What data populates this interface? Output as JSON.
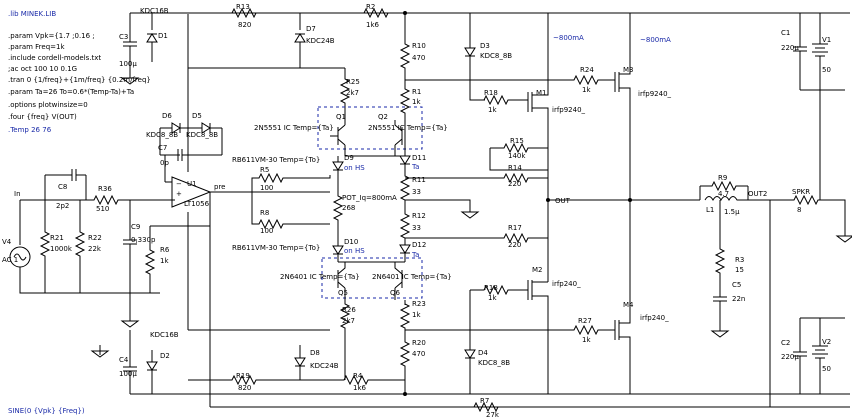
{
  "directives": [
    ".lib MINEK.LIB",
    ".param Vpk={1.7 ;0.16 ;",
    ".param Freq=1k",
    ".include cordell-models.txt",
    ";ac oct 100 10 0.1G",
    ".tran 0 {1/freq}+{1m/freq} {0.2m/freq}",
    ".param Ta=26 To=0.6*(Temp-Ta)+Ta",
    ".options plotwinsize=0",
    ".four {freq} V(OUT)",
    ".Temp 26 76"
  ],
  "source_footer": "SINE(0 {Vpk} {Freq})",
  "annotations": {
    "i_top": "~800mA",
    "i_out": "~800mA",
    "iq": "POT_Iq=800mA"
  },
  "nets": {
    "in": "In",
    "pre": "pre",
    "out": "OUT",
    "out2": "OUT2"
  },
  "components": {
    "V4": {
      "ref": "V4",
      "value": "AC 1"
    },
    "C8": {
      "ref": "C8",
      "value": "2p2"
    },
    "R21": {
      "ref": "R21",
      "value": "1000k"
    },
    "R22": {
      "ref": "R22",
      "value": "22k"
    },
    "R36": {
      "ref": "R36",
      "value": "510"
    },
    "C9": {
      "ref": "C9",
      "value": "0,330p"
    },
    "R6": {
      "ref": "R6",
      "value": "1k"
    },
    "U1": {
      "ref": "U1",
      "value": "LT1056"
    },
    "C3": {
      "ref": "C3",
      "value": "100µ"
    },
    "C4": {
      "ref": "C4",
      "value": "100µ"
    },
    "D1": {
      "ref": "D1",
      "value": ""
    },
    "D2": {
      "ref": "D2",
      "value": ""
    },
    "KDC_top": {
      "ref": "KDC16B",
      "value": ""
    },
    "KDC_bot": {
      "ref": "KDC16B",
      "value": ""
    },
    "D5": {
      "ref": "D5",
      "value": "KDC8_8B"
    },
    "D6": {
      "ref": "D6",
      "value": "KDC8_8B"
    },
    "C7": {
      "ref": "C7",
      "value": "0p"
    },
    "R13": {
      "ref": "R13",
      "value": "820"
    },
    "R19": {
      "ref": "R19",
      "value": "820"
    },
    "R2": {
      "ref": "R2",
      "value": "1k6"
    },
    "R4": {
      "ref": "R4",
      "value": "1k6"
    },
    "D7": {
      "ref": "D7",
      "value": "KDC24B"
    },
    "D8": {
      "ref": "D8",
      "value": "KDC24B"
    },
    "R25": {
      "ref": "R25",
      "value": "2k7"
    },
    "R26": {
      "ref": "R26",
      "value": "2k7"
    },
    "Q1": {
      "ref": "Q1",
      "value": "2N5551 IC Temp={Ta}"
    },
    "Q2": {
      "ref": "Q2",
      "value": "2N5551 IC Temp={Ta}"
    },
    "Q5": {
      "ref": "Q5",
      "value": "2N6401 IC Temp={Ta}"
    },
    "Q6": {
      "ref": "Q6",
      "value": "2N6401 IC Temp={Ta}"
    },
    "D9": {
      "ref": "D9",
      "value": "RB611VM-30 Temp={To}",
      "note": "on HS"
    },
    "D10": {
      "ref": "D10",
      "value": "RB611VM-30 Temp={To}",
      "note": "on HS"
    },
    "D11": {
      "ref": "D11",
      "value": "Ta"
    },
    "D12": {
      "ref": "D12",
      "value": "Ta"
    },
    "R5": {
      "ref": "R5",
      "value": "100"
    },
    "R8": {
      "ref": "R8",
      "value": "100"
    },
    "POT": {
      "ref": "POT_Iq=800mA",
      "value": "268"
    },
    "R10": {
      "ref": "R10",
      "value": "470"
    },
    "R20": {
      "ref": "R20",
      "value": "470"
    },
    "D3": {
      "ref": "D3",
      "value": "KDC8_8B"
    },
    "D4": {
      "ref": "D4",
      "value": "KDC8_8B"
    },
    "R1": {
      "ref": "R1",
      "value": "1k"
    },
    "R23": {
      "ref": "R23",
      "value": "1k"
    },
    "R11": {
      "ref": "R11",
      "value": "33"
    },
    "R12": {
      "ref": "R12",
      "value": "33"
    },
    "R15": {
      "ref": "R15",
      "value": "140k"
    },
    "R14": {
      "ref": "R14",
      "value": "220"
    },
    "R17": {
      "ref": "R17",
      "value": "220"
    },
    "R18a": {
      "ref": "R18",
      "value": "1k"
    },
    "R18b": {
      "ref": "R18",
      "value": "1k"
    },
    "R24": {
      "ref": "R24",
      "value": "1k"
    },
    "R27": {
      "ref": "R27",
      "value": "1k"
    },
    "M1": {
      "ref": "M1",
      "value": "irfp9240_"
    },
    "M2": {
      "ref": "M2",
      "value": "irfp240_"
    },
    "M3": {
      "ref": "M3",
      "value": "irfp9240_"
    },
    "M4": {
      "ref": "M4",
      "value": "irfp240_"
    },
    "R9": {
      "ref": "R9",
      "value": "4.7"
    },
    "L1": {
      "ref": "L1",
      "value": "1.5µ"
    },
    "R3": {
      "ref": "R3",
      "value": "15"
    },
    "C5": {
      "ref": "C5",
      "value": "22n"
    },
    "SPKR": {
      "ref": "SPKR",
      "value": "8"
    },
    "C1": {
      "ref": "C1",
      "value": "220µ"
    },
    "C2": {
      "ref": "C2",
      "value": "220µ"
    },
    "V1": {
      "ref": "V1",
      "value": "50"
    },
    "V2": {
      "ref": "V2",
      "value": "50"
    },
    "R7": {
      "ref": "R7",
      "value": "27k"
    }
  }
}
